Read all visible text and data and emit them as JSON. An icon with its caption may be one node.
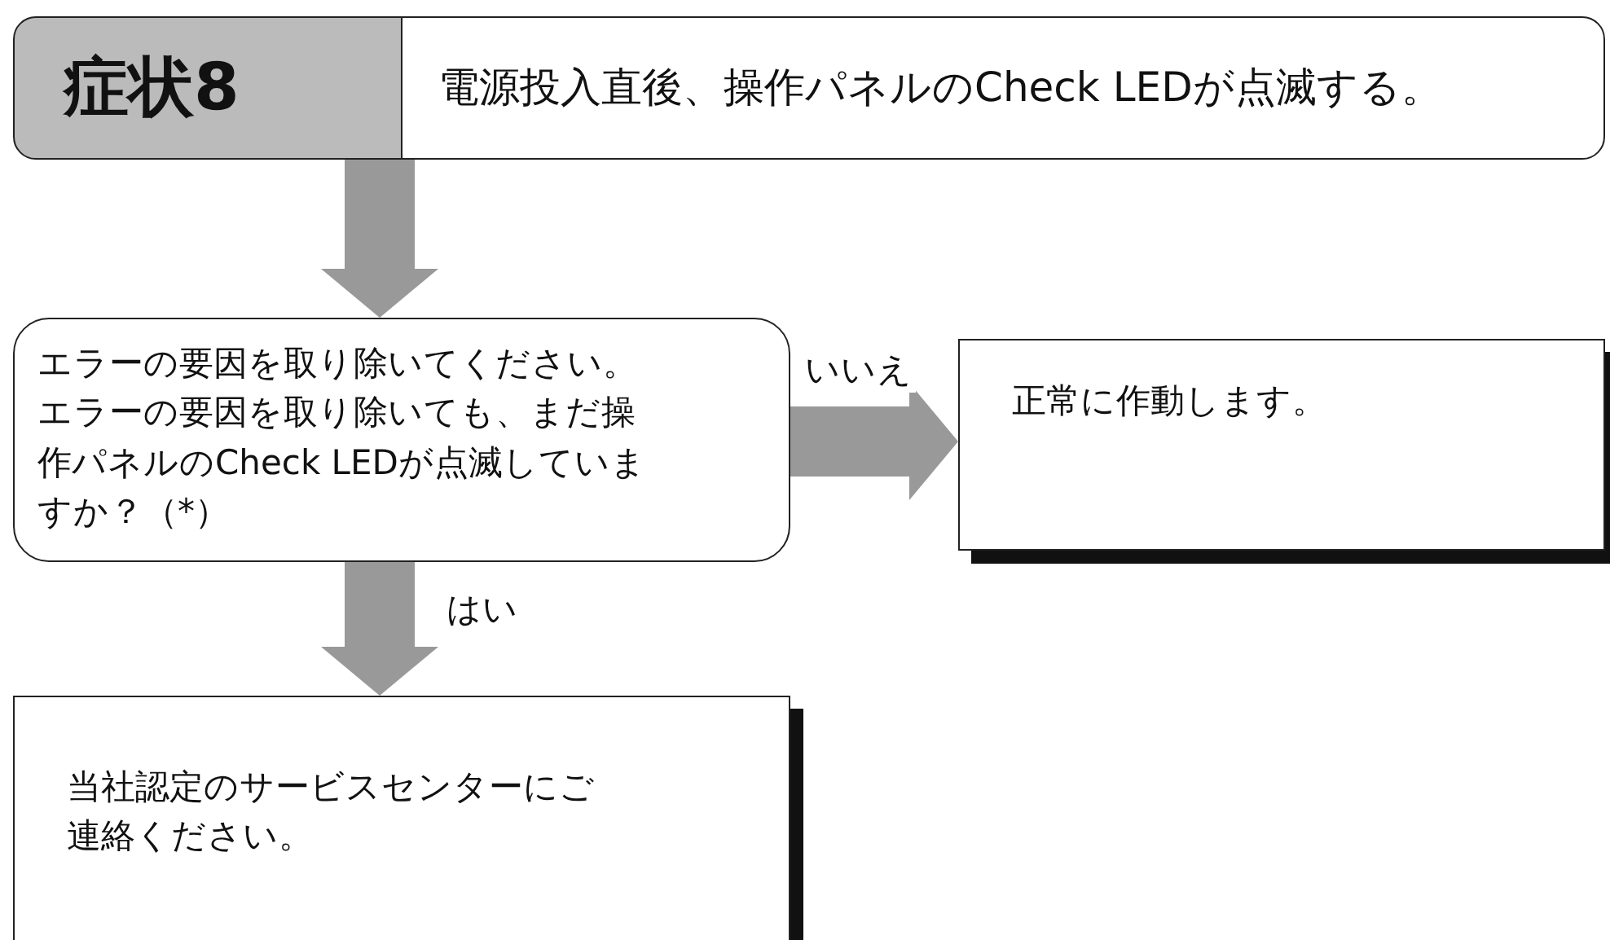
{
  "diagram": {
    "nodes": [
      {
        "text": [
          "症状8"
        ]
      },
      {
        "text": [
          "電源投入直後、操作パネルのCheck LEDが点滅する。"
        ]
      },
      {
        "text": [
          "エラーの要因を取り除いてください。エラーの要因を取り除いても、まだ操作パネルのCheck LEDが点滅していますか？（*）"
        ]
      },
      {
        "text": [
          "正常に作動します。"
        ]
      },
      {
        "text": [
          "当社認定のサービスセンターにご連絡ください。"
        ]
      }
    ],
    "edges": [
      {
        "from": 0,
        "to": 2,
        "arrow": "to"
      },
      {
        "from": 2,
        "to": 3,
        "arrow": "to",
        "label": "いいえ"
      },
      {
        "from": 2,
        "to": 4,
        "arrow": "to",
        "label": "はい"
      }
    ]
  }
}
